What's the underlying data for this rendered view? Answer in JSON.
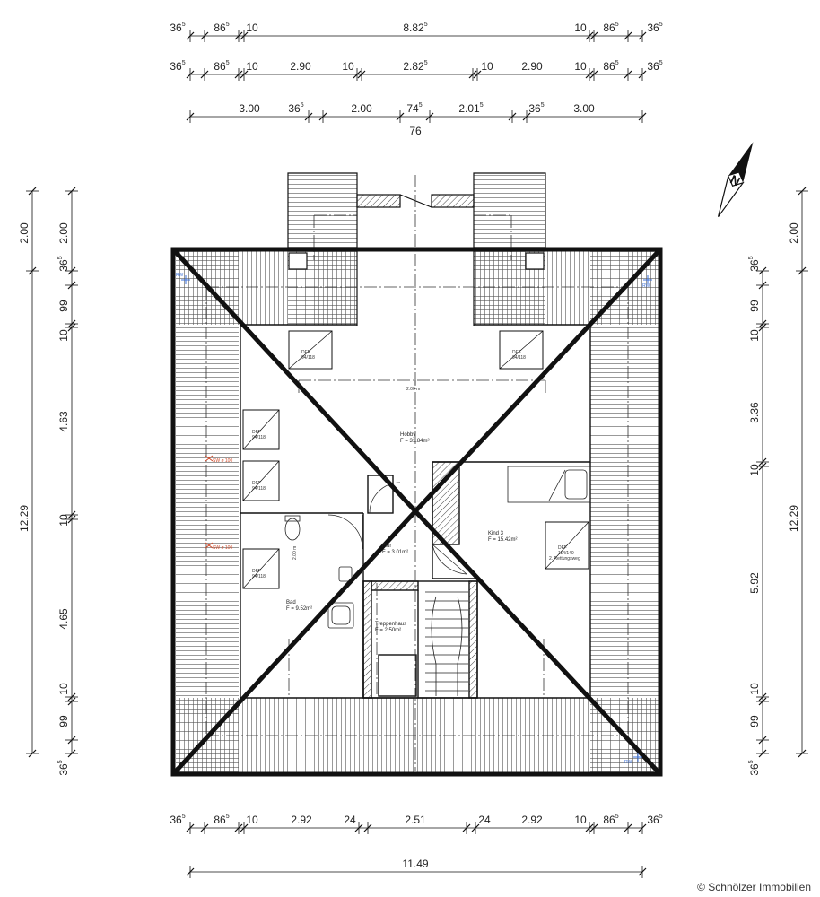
{
  "dimensions": {
    "top_row1": [
      {
        "v": "36",
        "s": "5"
      },
      {
        "v": "86",
        "s": "5"
      },
      {
        "v": "10",
        "s": ""
      },
      {
        "v": "8.82",
        "s": "5"
      },
      {
        "v": "10",
        "s": ""
      },
      {
        "v": "86",
        "s": "5"
      },
      {
        "v": "36",
        "s": "5"
      }
    ],
    "top_row2": [
      {
        "v": "36",
        "s": "5"
      },
      {
        "v": "86",
        "s": "5"
      },
      {
        "v": "10",
        "s": ""
      },
      {
        "v": "2.90",
        "s": ""
      },
      {
        "v": "10",
        "s": ""
      },
      {
        "v": "2.82",
        "s": "5"
      },
      {
        "v": "10",
        "s": ""
      },
      {
        "v": "2.90",
        "s": ""
      },
      {
        "v": "10",
        "s": ""
      },
      {
        "v": "86",
        "s": "5"
      },
      {
        "v": "36",
        "s": "5"
      }
    ],
    "top_row3": [
      {
        "v": "3.00",
        "s": ""
      },
      {
        "v": "36",
        "s": "5"
      },
      {
        "v": "2.00",
        "s": ""
      },
      {
        "v": "74",
        "s": "5"
      },
      {
        "v": "2.01",
        "s": "5"
      },
      {
        "v": "36",
        "s": "5"
      },
      {
        "v": "3.00",
        "s": ""
      }
    ],
    "top_row3_extra": "76",
    "left_outer": [
      {
        "v": "2.00",
        "s": ""
      },
      {
        "v": "12.29",
        "s": ""
      }
    ],
    "left_inner": [
      {
        "v": "2.00",
        "s": ""
      },
      {
        "v": "36",
        "s": "5"
      },
      {
        "v": "99",
        "s": ""
      },
      {
        "v": "10",
        "s": ""
      },
      {
        "v": "4.63",
        "s": ""
      },
      {
        "v": "10",
        "s": ""
      },
      {
        "v": "4.65",
        "s": ""
      },
      {
        "v": "10",
        "s": ""
      },
      {
        "v": "99",
        "s": ""
      },
      {
        "v": "36",
        "s": "5"
      }
    ],
    "right_inner": [
      {
        "v": "36",
        "s": "5"
      },
      {
        "v": "99",
        "s": ""
      },
      {
        "v": "10",
        "s": ""
      },
      {
        "v": "3.36",
        "s": ""
      },
      {
        "v": "10",
        "s": ""
      },
      {
        "v": "5.92",
        "s": ""
      },
      {
        "v": "10",
        "s": ""
      },
      {
        "v": "99",
        "s": ""
      },
      {
        "v": "36",
        "s": "5"
      }
    ],
    "right_outer": [
      {
        "v": "2.00",
        "s": ""
      },
      {
        "v": "12.29",
        "s": ""
      }
    ],
    "bottom_row1": [
      {
        "v": "36",
        "s": "5"
      },
      {
        "v": "86",
        "s": "5"
      },
      {
        "v": "10",
        "s": ""
      },
      {
        "v": "2.92",
        "s": ""
      },
      {
        "v": "24",
        "s": ""
      },
      {
        "v": "2.51",
        "s": ""
      },
      {
        "v": "24",
        "s": ""
      },
      {
        "v": "2.92",
        "s": ""
      },
      {
        "v": "10",
        "s": ""
      },
      {
        "v": "86",
        "s": "5"
      },
      {
        "v": "36",
        "s": "5"
      }
    ],
    "bottom_row2": [
      {
        "v": "11.49",
        "s": ""
      }
    ]
  },
  "rooms": {
    "hobby": {
      "name": "Hobby",
      "area": "F = 31.84m²"
    },
    "kind3": {
      "name": "Kind 3",
      "area": "F = 15.42m²"
    },
    "flur": {
      "name": "Flur",
      "area": "F = 3.01m²"
    },
    "bad": {
      "name": "Bad",
      "area": "F = 9.52m²"
    },
    "treppenhaus": {
      "name": "Treppenhaus",
      "area": "F = 2.50m²"
    }
  },
  "windows": {
    "dff": "DFF",
    "size": "94/118",
    "egress_size": "114/140",
    "egress_label": "2. Rettungsweg"
  },
  "annotations": {
    "height_hobby": "2.00 m",
    "height_bad": "2.00 m",
    "rw": "RW",
    "sw": "SW ø 100"
  },
  "colors": {
    "line": "#111111",
    "rw": "#3a6fd8",
    "sw": "#d04a2a"
  },
  "copyright": "© Schnölzer Immobilien"
}
